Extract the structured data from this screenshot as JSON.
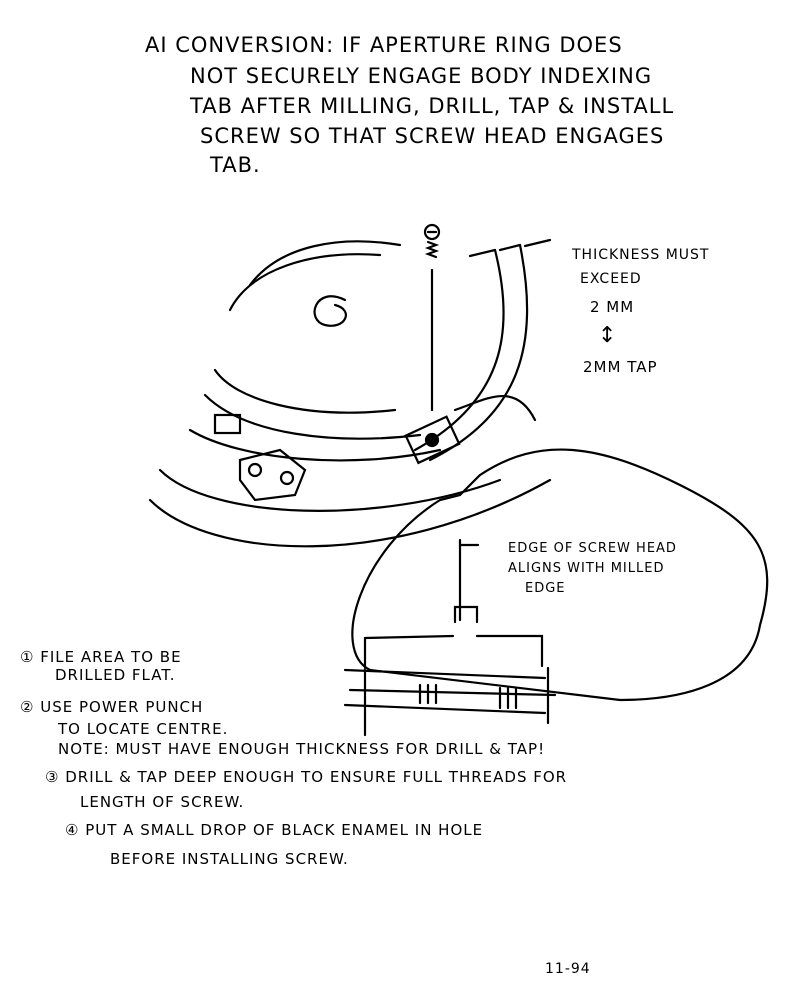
{
  "heading": {
    "lines": [
      "AI Conversion: If aperture ring does",
      "not securely engage body indexing",
      "tab after milling, drill, tap & install",
      "screw so that screw head engages",
      "tab."
    ]
  },
  "callouts": {
    "thickness": [
      "Thickness must",
      "exceed",
      "2 mm"
    ],
    "arrow": "↕",
    "tap": "2mm tap",
    "edge": [
      "Edge of screw head",
      "aligns with milled",
      "edge"
    ]
  },
  "steps": {
    "step1": [
      "① File area to be",
      "drilled flat."
    ],
    "step2": [
      "② Use power punch",
      "to locate centre."
    ],
    "note": "Note: must have enough thickness for drill & tap!",
    "step3": [
      "③ Drill & tap deep enough to ensure full threads for",
      "length of screw."
    ],
    "step4": [
      "④ Put a small drop of black enamel in hole",
      "before installing screw."
    ]
  },
  "page_number": "11-94"
}
